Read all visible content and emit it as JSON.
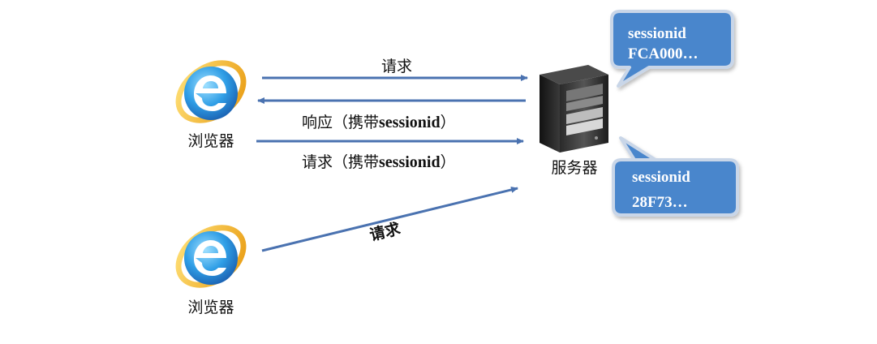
{
  "browser_top": {
    "label": "浏览器",
    "icon": "ie-browser-icon"
  },
  "browser_bottom": {
    "label": "浏览器",
    "icon": "ie-browser-icon"
  },
  "server": {
    "label": "服务器",
    "icon": "server-tower-icon"
  },
  "arrows": {
    "request1": {
      "label": "请求"
    },
    "response": {
      "prefix": "响应（携带",
      "bold": "sessionid",
      "suffix": "）"
    },
    "request2": {
      "prefix": "请求（携带",
      "bold": "sessionid",
      "suffix": "）"
    },
    "request3": {
      "label": "请求"
    }
  },
  "bubbles": {
    "top": {
      "line1": "sessionid",
      "line2": "FCA000…"
    },
    "bottom": {
      "line1": "sessionid",
      "line2": "28F73…"
    }
  },
  "colors": {
    "arrow": "#4a72b0",
    "bubble_fill": "#4a86cc",
    "bubble_edge": "#c9d6e8",
    "ie_blue": "#2d8fd8",
    "ie_ring": "#f2b01e"
  }
}
